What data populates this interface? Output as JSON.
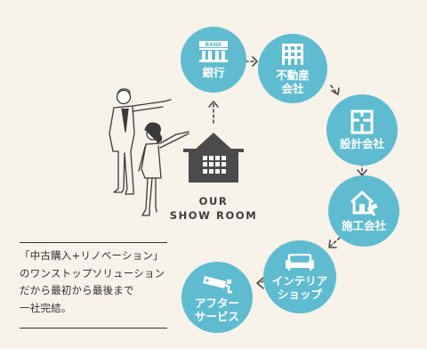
{
  "colors": {
    "bubble": "#5fbcd0",
    "house": "#4b4b4b",
    "arrow": "#4b4b4b",
    "background": "#f7f2ea"
  },
  "center": {
    "label": "OUR\nSHOW ROOM",
    "icon": "house-icon"
  },
  "steps": [
    {
      "label": "銀行",
      "icon": "bank-icon",
      "icon_text": "BANK"
    },
    {
      "label": "不動産\n会社",
      "icon": "building-icon"
    },
    {
      "label": "設計会社",
      "icon": "floorplan-icon"
    },
    {
      "label": "施工会社",
      "icon": "house-hammer-icon"
    },
    {
      "label": "インテリア\nショップ",
      "icon": "sofa-icon"
    },
    {
      "label": "アフター\nサービス",
      "icon": "cctv-camera-icon"
    }
  ],
  "tagline": "「中古購入+リノベーション」\nのワンストップソリューション\nだから最初から最後まで\n一社完結。"
}
